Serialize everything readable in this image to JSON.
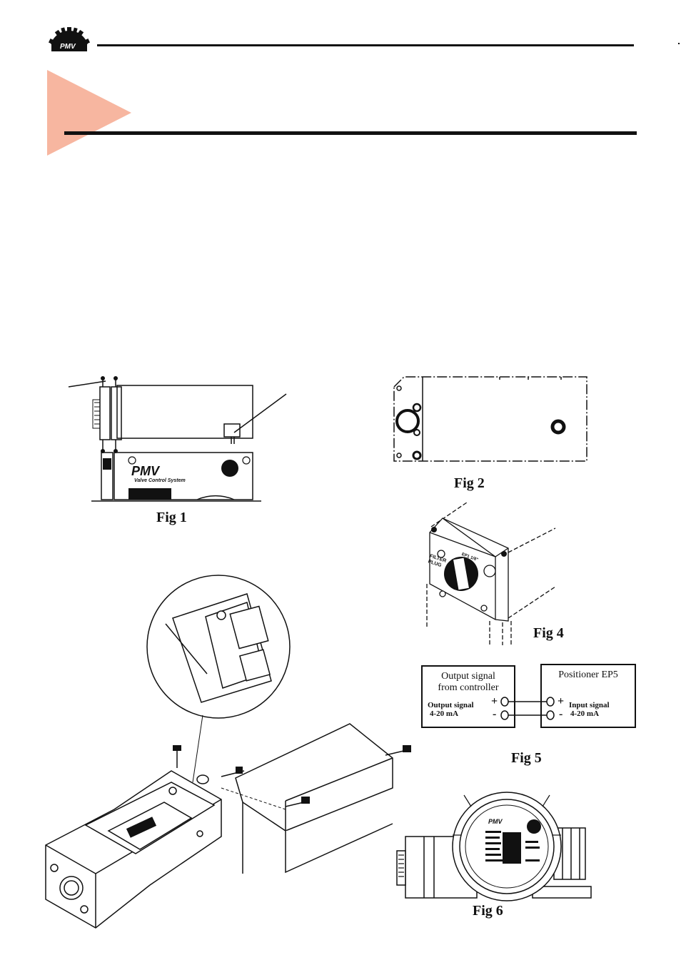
{
  "header": {
    "logo_text": "PMV"
  },
  "figures": {
    "fig1": {
      "label": "Fig 1",
      "device_brand": "PMV",
      "device_subtitle": "Valve Control System"
    },
    "fig2": {
      "label": "Fig 2"
    },
    "fig4": {
      "label": "Fig 4",
      "port_text": "EP1 1/8\"",
      "filter_text": "FILTER PLUG"
    },
    "fig5": {
      "label": "Fig 5",
      "left_box": {
        "title_line1": "Output signal",
        "title_line2": "from controller",
        "desc_line1": "Output signal",
        "desc_line2": "4-20 mA",
        "plus": "+",
        "minus": "-"
      },
      "right_box": {
        "title": "Positioner EP5",
        "desc_line1": "Input signal",
        "desc_line2": "4-20 mA",
        "plus": "+",
        "minus": "-"
      }
    },
    "fig6": {
      "label": "Fig 6",
      "brand": "PMV"
    }
  },
  "colors": {
    "accent_triangle": "#f7b6a0",
    "ink": "#111111"
  }
}
